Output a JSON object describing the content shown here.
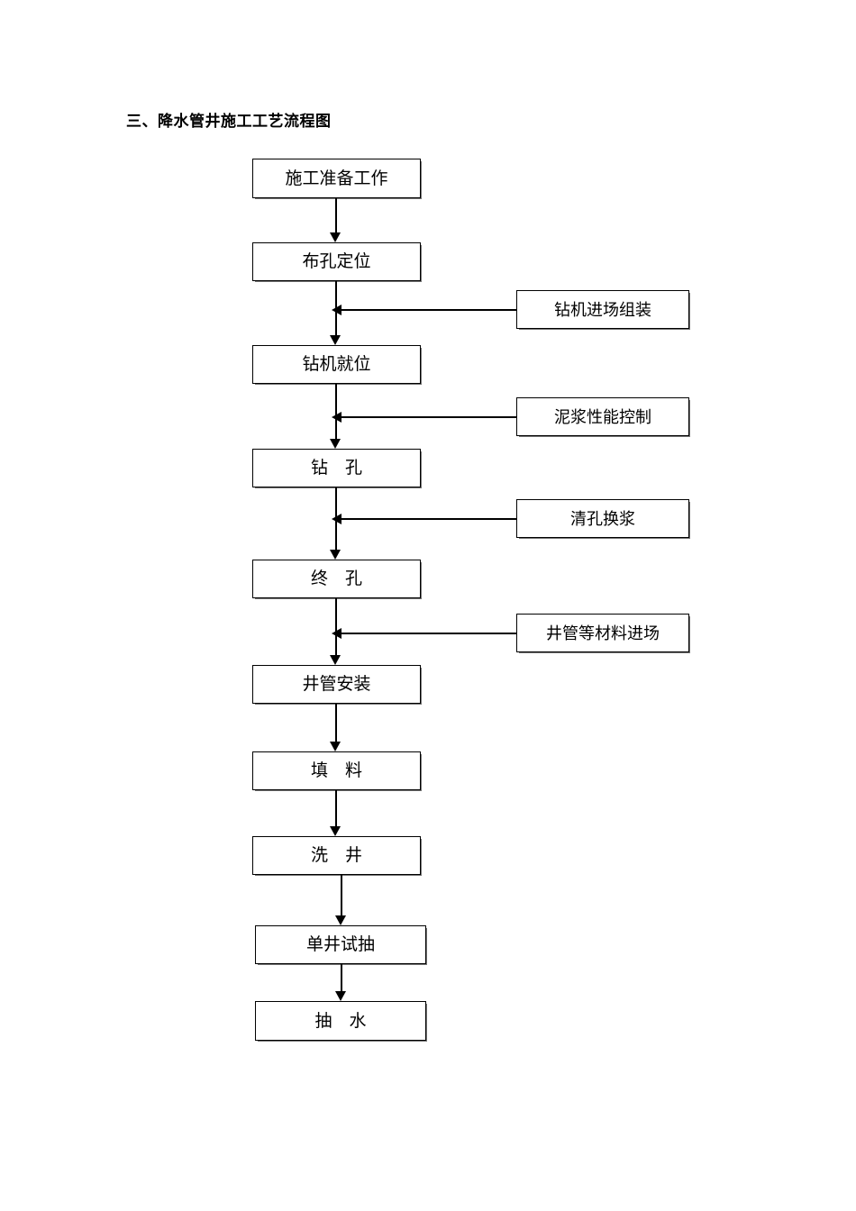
{
  "document": {
    "title": "三、降水管井施工工艺流程图"
  },
  "chart_data": {
    "type": "diagram",
    "title": "三、降水管井施工工艺流程图",
    "diagram_kind": "flowchart",
    "orientation": "top-to-bottom",
    "main_flow": [
      {
        "id": "n1",
        "label": "施工准备工作"
      },
      {
        "id": "n2",
        "label": "布孔定位"
      },
      {
        "id": "n3",
        "label": "钻机就位"
      },
      {
        "id": "n4",
        "label": "钻　孔"
      },
      {
        "id": "n5",
        "label": "终　孔"
      },
      {
        "id": "n6",
        "label": "井管安装"
      },
      {
        "id": "n7",
        "label": "填　料"
      },
      {
        "id": "n8",
        "label": "洗　井"
      },
      {
        "id": "n9",
        "label": "单井试抽"
      },
      {
        "id": "n10",
        "label": "抽　水"
      }
    ],
    "side_inputs": [
      {
        "id": "s1",
        "label": "钻机进场组装",
        "joins_between": [
          "n2",
          "n3"
        ]
      },
      {
        "id": "s2",
        "label": "泥浆性能控制",
        "joins_between": [
          "n3",
          "n4"
        ]
      },
      {
        "id": "s3",
        "label": "清孔换浆",
        "joins_between": [
          "n4",
          "n5"
        ]
      },
      {
        "id": "s4",
        "label": "井管等材料进场",
        "joins_between": [
          "n5",
          "n6"
        ]
      }
    ],
    "edges": [
      {
        "from": "n1",
        "to": "n2",
        "type": "arrow-down"
      },
      {
        "from": "n2",
        "to": "n3",
        "type": "arrow-down"
      },
      {
        "from": "s1",
        "to": "edge-n2-n3",
        "type": "arrow-left"
      },
      {
        "from": "n3",
        "to": "n4",
        "type": "arrow-down"
      },
      {
        "from": "s2",
        "to": "edge-n3-n4",
        "type": "arrow-left"
      },
      {
        "from": "n4",
        "to": "n5",
        "type": "arrow-down"
      },
      {
        "from": "s3",
        "to": "edge-n4-n5",
        "type": "arrow-left"
      },
      {
        "from": "n5",
        "to": "n6",
        "type": "arrow-down"
      },
      {
        "from": "s4",
        "to": "edge-n5-n6",
        "type": "arrow-left"
      },
      {
        "from": "n6",
        "to": "n7",
        "type": "arrow-down"
      },
      {
        "from": "n7",
        "to": "n8",
        "type": "arrow-down"
      },
      {
        "from": "n8",
        "to": "n9",
        "type": "arrow-down"
      },
      {
        "from": "n9",
        "to": "n10",
        "type": "arrow-down"
      }
    ],
    "colors": {
      "box_border": "#000000",
      "box_fill": "#ffffff",
      "connector": "#000000",
      "text": "#000000",
      "page_background": "#ffffff"
    }
  }
}
